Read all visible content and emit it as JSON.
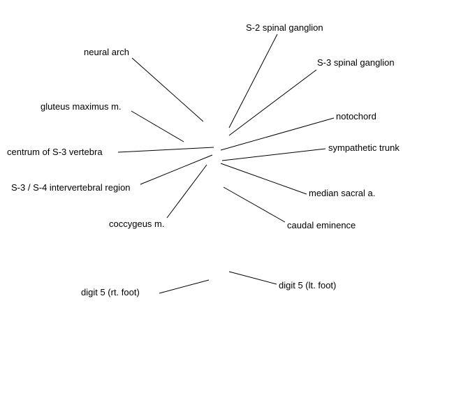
{
  "labels": {
    "s2_spinal_ganglion": "S-2 spinal ganglion",
    "s3_spinal_ganglion": "S-3 spinal ganglion",
    "neural_arch": "neural arch",
    "notochord": "notochord",
    "gluteus_maximus": "gluteus maximus m.",
    "sympathetic_trunk": "sympathetic trunk",
    "centrum_s3": "centrum of S-3 vertebra",
    "s3_s4_intervertebral": "S-3 / S-4 intervertebral region",
    "median_sacral": "median sacral a.",
    "coccygeus": "coccygeus m.",
    "caudal_eminence": "caudal eminence",
    "digit5_lt": "digit 5 (lt. foot)",
    "digit5_rt": "digit 5 (rt. foot)"
  }
}
